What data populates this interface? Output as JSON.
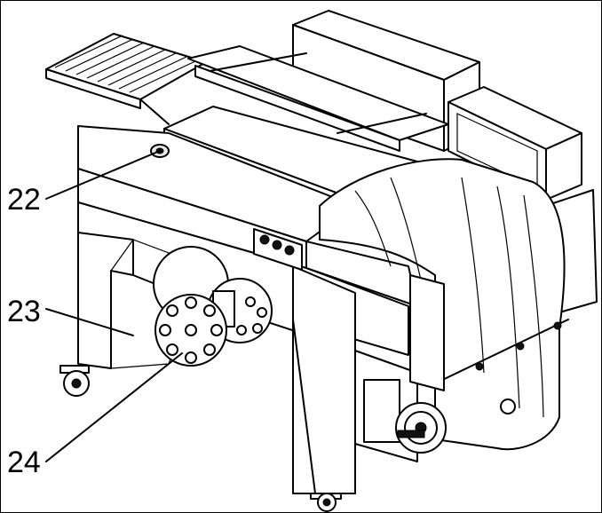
{
  "figure": {
    "callouts": [
      {
        "id": "22",
        "text": "22"
      },
      {
        "id": "23",
        "text": "23"
      },
      {
        "id": "24",
        "text": "24"
      }
    ]
  }
}
